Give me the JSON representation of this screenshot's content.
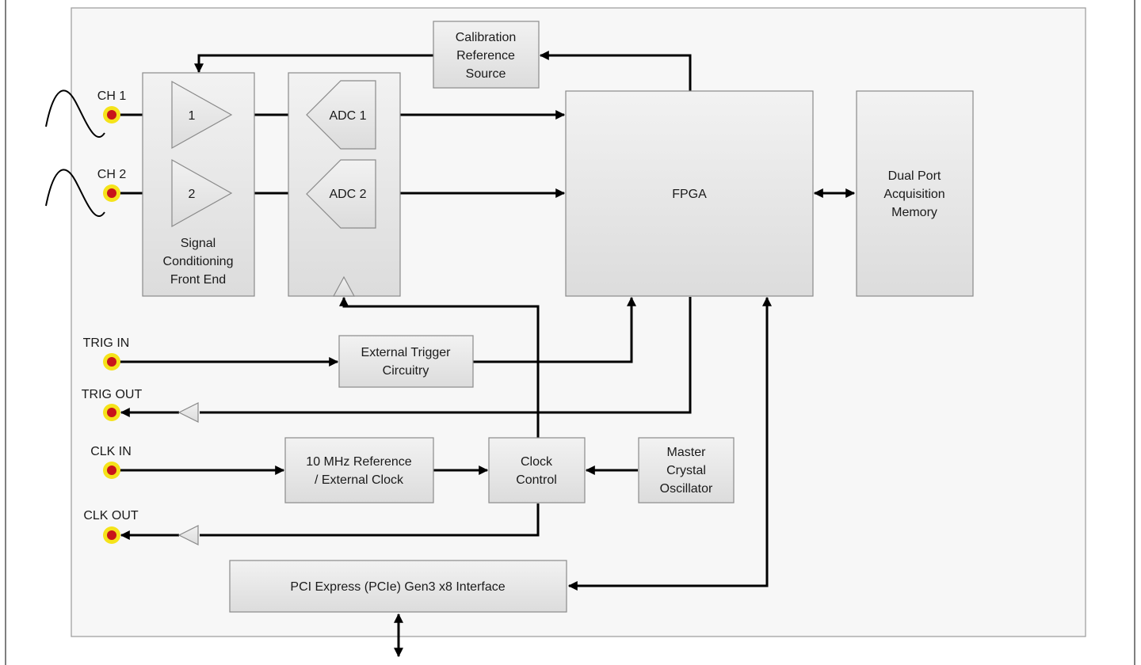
{
  "blocks": {
    "calibration": [
      "Calibration",
      "Reference",
      "Source"
    ],
    "signal_conditioning": [
      "Signal",
      "Conditioning",
      "Front End"
    ],
    "adc1": "ADC 1",
    "adc2": "ADC 2",
    "amp1": "1",
    "amp2": "2",
    "fpga": "FPGA",
    "memory": [
      "Dual Port",
      "Acquisition",
      "Memory"
    ],
    "ext_trigger": [
      "External Trigger",
      "Circuitry"
    ],
    "ref_clock": [
      "10 MHz Reference",
      "/ External Clock"
    ],
    "clock_control": [
      "Clock",
      "Control"
    ],
    "oscillator": [
      "Master",
      "Crystal",
      "Oscillator"
    ],
    "pcie": "PCI Express (PCIe) Gen3 x8 Interface"
  },
  "connectors": {
    "ch1": "CH 1",
    "ch2": "CH 2",
    "trig_in": "TRIG IN",
    "trig_out": "TRIG OUT",
    "clk_in": "CLK IN",
    "clk_out": "CLK OUT"
  },
  "colors": {
    "connector_outer": "#f5e31a",
    "connector_inner": "#c8141a",
    "block_fill": "#e6e6e6",
    "board_fill": "#f7f7f7",
    "wire": "#000000"
  }
}
